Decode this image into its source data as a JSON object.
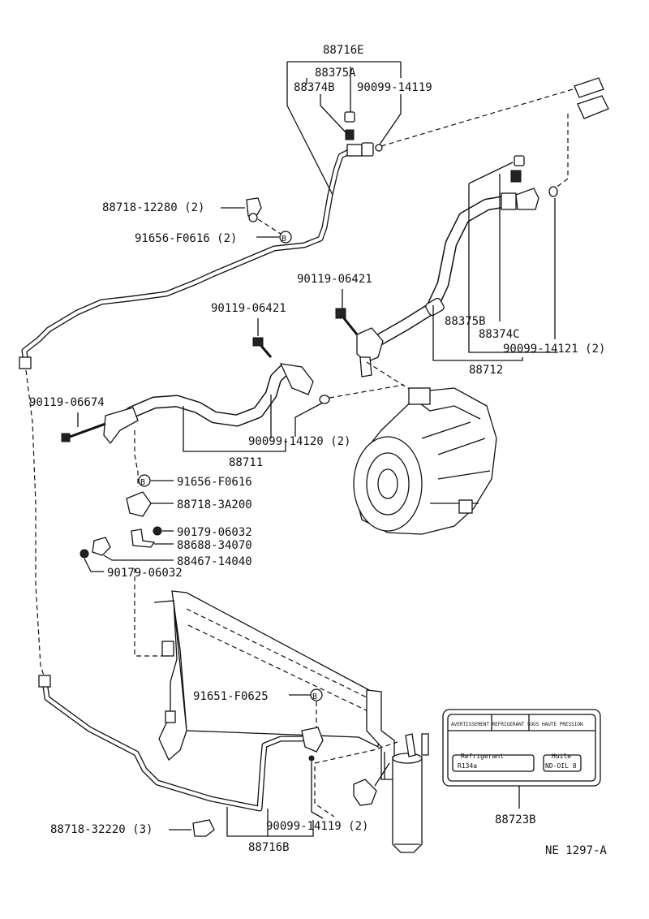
{
  "labels": {
    "hose_top_assy": "88716E",
    "valve_cap_a": "88375A",
    "valve_core_b": "88374B",
    "o_ring_top": "90099-14119",
    "clamp_upper": "88718-12280 (2)",
    "nut_upper": "91656-F0616 (2)",
    "bolt_suction": "90119-06421",
    "bolt_discharge": "90119-06421",
    "valve_cap_b": "88375B",
    "valve_core_c": "88374C",
    "o_ring_suction": "90099-14121 (2)",
    "suction_hose": "88712",
    "bolt_long": "90119-06674",
    "o_ring_discharge": "90099-14120 (2)",
    "discharge_hose": "88711",
    "nut_mid": "91656-F0616",
    "clamp_mid": "88718-3A200",
    "screw_a": "90179-06032",
    "bracket": "88688-34070",
    "pressure_switch": "88467-14040",
    "screw_b": "90179-06032",
    "nut_receiver": "91651-F0625",
    "o_ring_bottom": "90099-14119 (2)",
    "clamp_lower": "88718-32220 (3)",
    "liquid_tube": "88716B",
    "caution_label": "88723B",
    "figure_ref": "NE 1297-A"
  },
  "callouts": {
    "nut_symbol": "B"
  },
  "caution_plate": {
    "header": "AVERTISSEMENT REFRIGERANT SOUS HAUTE PRESSION",
    "refrigerant_label": "Refrigerant",
    "refrigerant_value": "R134a",
    "oil_label": "Huile",
    "oil_value": "ND-OIL 8"
  }
}
